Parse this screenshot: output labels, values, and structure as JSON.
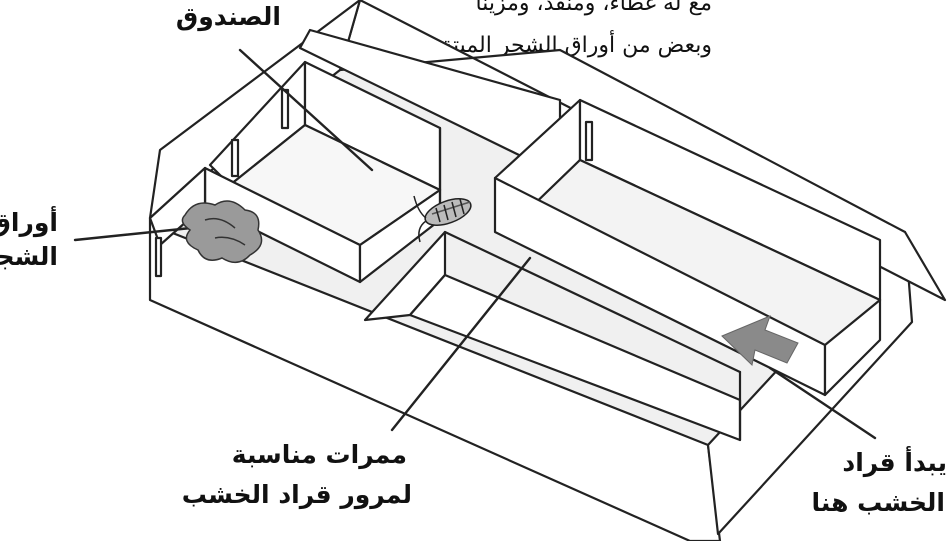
{
  "top_text": {
    "line1": "مع له غطاء، ومنفذ، ومزيناً",
    "line2": "وبعض من أوراق الشجر الميتة."
  },
  "labels": {
    "box": "الصندوق",
    "leaves_line1": "أوراق",
    "leaves_line2": "الشجر",
    "corridors_line1": "ممرات مناسبة",
    "corridors_line2": "لمرور قراد الخشب",
    "start_line1": "يبدأ قراد",
    "start_line2": "الخشب هنا"
  },
  "colors": {
    "line": "#222222",
    "floor": "#efefef",
    "wall": "#ffffff",
    "arrow": "#8a8a8a",
    "leaves": "#9a9a9a"
  },
  "icons": [
    "woodlouse-icon",
    "dead-leaves-icon",
    "start-arrow-icon"
  ]
}
